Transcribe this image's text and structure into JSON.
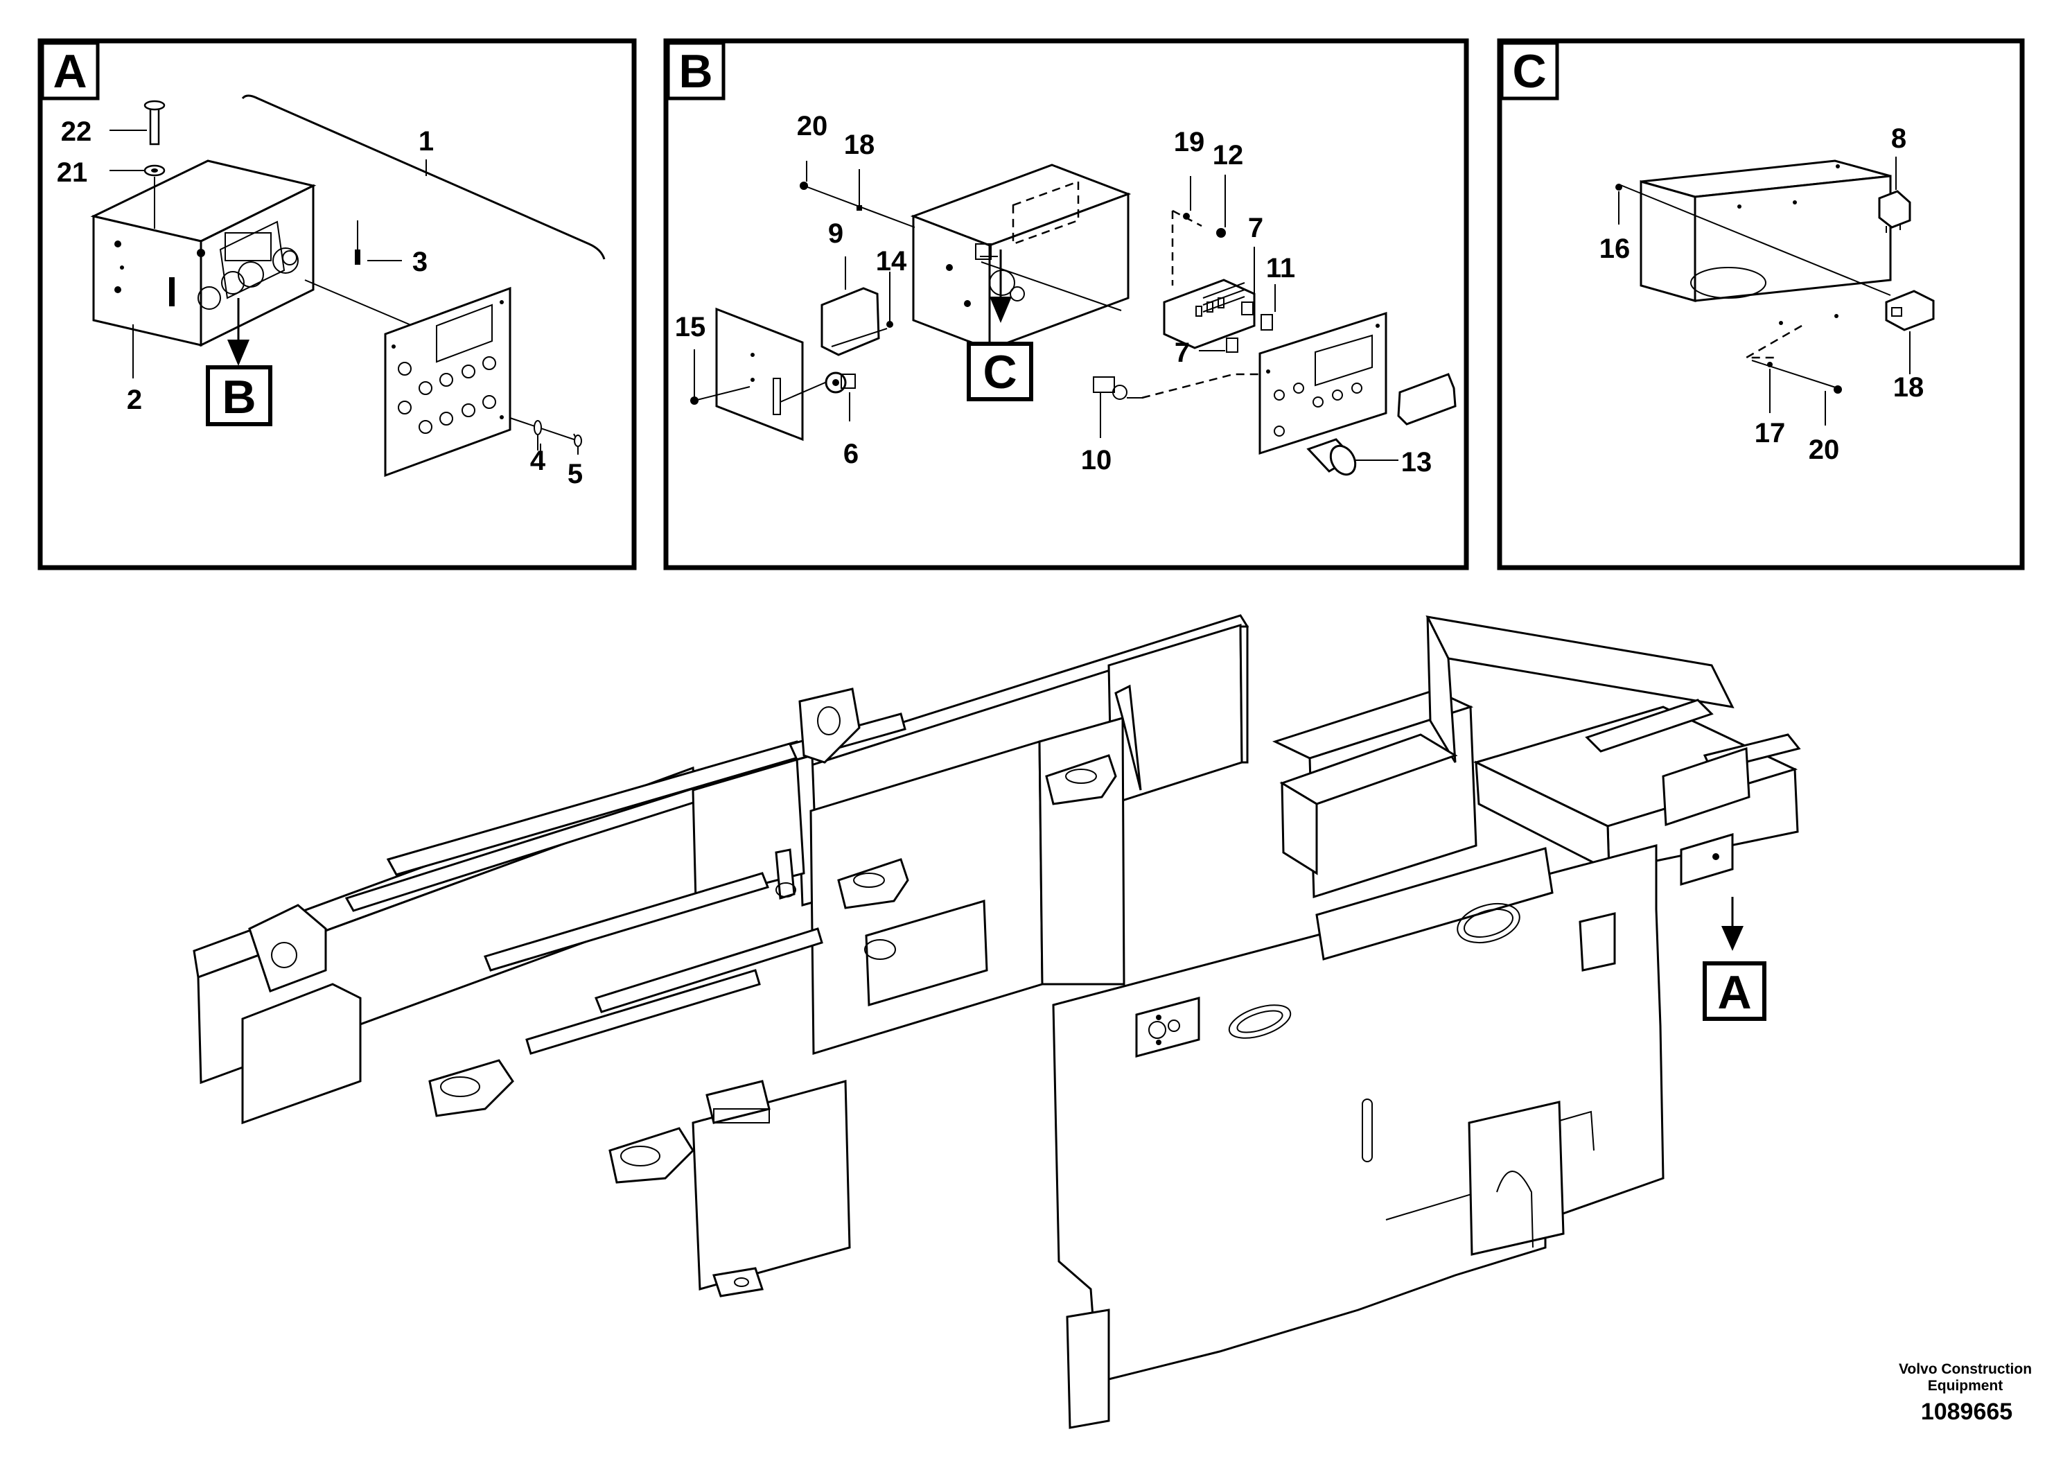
{
  "panels": [
    {
      "letter": "A"
    },
    {
      "letter": "B"
    },
    {
      "letter": "C"
    }
  ],
  "refs": {
    "in_panel_a": "B",
    "in_panel_b": "C",
    "main": "A"
  },
  "callouts": {
    "a": [
      "1",
      "2",
      "3",
      "4",
      "5",
      "21",
      "22"
    ],
    "b": [
      "6",
      "7",
      "7",
      "9",
      "10",
      "11",
      "12",
      "13",
      "14",
      "15",
      "18",
      "19",
      "20"
    ],
    "c": [
      "8",
      "16",
      "17",
      "18",
      "20"
    ]
  },
  "credit": {
    "line1": "Volvo Construction",
    "line2": "Equipment",
    "number": "1089665"
  }
}
